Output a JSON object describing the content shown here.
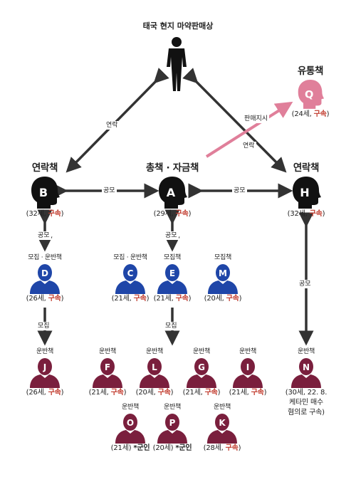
{
  "top": {
    "title": "태국 현지 마약판매상"
  },
  "colors": {
    "black": "#111111",
    "blue": "#1f46a8",
    "maroon": "#7a1f3d",
    "pink": "#e07f9a",
    "arrow": "#333333",
    "status": "#c0392b"
  },
  "nodes": {
    "A": {
      "letter": "A",
      "role": "총책 · 자금책",
      "age": "(29세, ",
      "status": "구속",
      "close": ")"
    },
    "B": {
      "letter": "B",
      "role": "연락책",
      "age": "(32세, ",
      "status": "구속",
      "close": ")"
    },
    "H": {
      "letter": "H",
      "role": "연락책",
      "age": "(32세, ",
      "status": "구속",
      "close": ")"
    },
    "Q": {
      "letter": "Q",
      "role": "유통책",
      "age": "(24세, ",
      "status": "구속",
      "close": ")"
    },
    "D": {
      "letter": "D",
      "role": "모집 · 운반책",
      "age": "(26세, ",
      "status": "구속",
      "close": ")"
    },
    "C": {
      "letter": "C",
      "role": "모집 · 운반책",
      "age": "(21세, ",
      "status": "구속",
      "close": ")"
    },
    "E": {
      "letter": "E",
      "role": "모집책",
      "age": "(21세, ",
      "status": "구속",
      "close": ")"
    },
    "M": {
      "letter": "M",
      "role": "모집책",
      "age": "(20세, ",
      "status": "구속",
      "close": ")"
    },
    "J": {
      "letter": "J",
      "role": "운반책",
      "age": "(26세, ",
      "status": "구속",
      "close": ")"
    },
    "F": {
      "letter": "F",
      "role": "운반책",
      "age": "(21세, ",
      "status": "구속",
      "close": ")"
    },
    "L": {
      "letter": "L",
      "role": "운반책",
      "age": "(20세, ",
      "status": "구속",
      "close": ")"
    },
    "G": {
      "letter": "G",
      "role": "운반책",
      "age": "(21세, ",
      "status": "구속",
      "close": ")"
    },
    "I": {
      "letter": "I",
      "role": "운반책",
      "age": "(21세, ",
      "status": "구속",
      "close": ")"
    },
    "O": {
      "letter": "O",
      "role": "운반책",
      "age": "(21세) ",
      "note": "*군인"
    },
    "P": {
      "letter": "P",
      "role": "운반책",
      "age": "(20세) ",
      "note": "*군인"
    },
    "K": {
      "letter": "K",
      "role": "운반책",
      "age": "(28세, ",
      "status": "구속",
      "close": ")"
    },
    "N": {
      "letter": "N",
      "role": "운반책",
      "line1": "(30세, 22. 8.",
      "line2": "케타민 매수",
      "line3": "혐의로 구속)"
    }
  },
  "edges": {
    "contact_left": "연락",
    "contact_right": "연락",
    "sale_order": "판매지시",
    "conspire_BA": "공모",
    "conspire_AH": "공모",
    "conspire_BD": "공모",
    "conspire_AE": "공모",
    "conspire_HN": "공모",
    "recruit_DJ": "모집",
    "recruit_EL": "모집"
  }
}
